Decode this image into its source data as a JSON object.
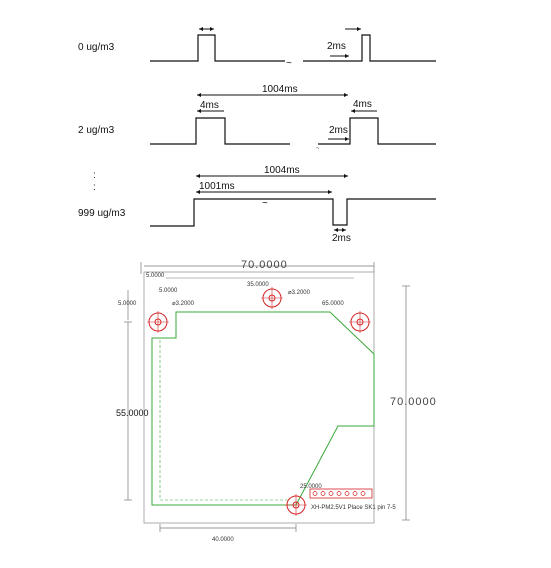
{
  "timing": {
    "row1": {
      "label": "0 ug/m3",
      "pulse_width": "2ms",
      "tilde": "~"
    },
    "row2": {
      "label": "2 ug/m3",
      "period": "1004ms",
      "pulse_left": "4ms",
      "pulse_right": "4ms",
      "gap": "2ms",
      "tilde": "~"
    },
    "row3": {
      "dots1": ":",
      "dots2": ":",
      "label": "999 ug/m3",
      "period": "1004ms",
      "high": "1001ms",
      "low": "2ms",
      "tilde": "~"
    }
  },
  "drawing": {
    "top_width": "70.0000",
    "right_height": "70.0000",
    "left_height": "55.0000",
    "bottom_width": "40.0000",
    "top_left_offset": "5.0000",
    "top_left_vertical": "5.0000",
    "hole_center_dim": "35.0000",
    "hole_left_label": "5.0000",
    "hole_right_label": "65.0000",
    "hole_bottom_label": "25.0000",
    "hole_dia_left": "⌀3.2000",
    "hole_dia_center": "⌀3.2000",
    "connector_text": "XH-PM2.5V1 Place SK1 pin 7-5",
    "tilde_mark": "~"
  },
  "colors": {
    "outline": "#3aa83a",
    "hole": "#d62424",
    "dim": "#555555"
  }
}
